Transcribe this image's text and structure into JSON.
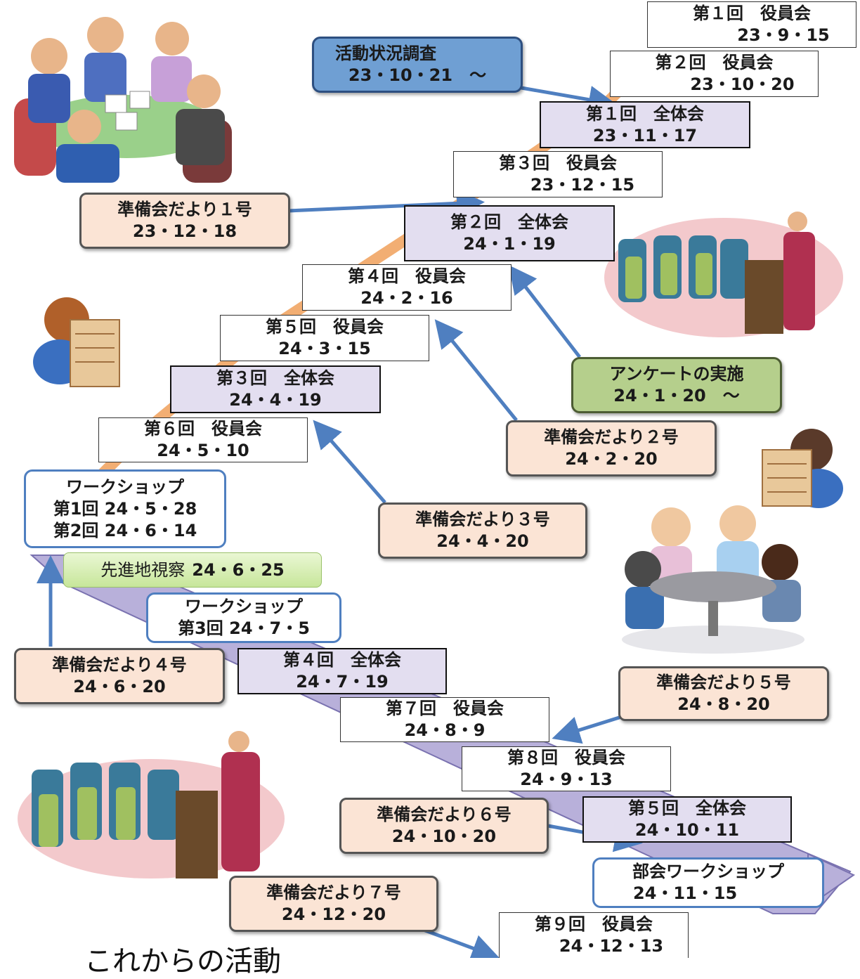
{
  "boxes": {
    "yaku1": {
      "title": "第１回　役員会",
      "date": "23・9・15"
    },
    "survey": {
      "title": "活動状況調査",
      "date": "23・10・21　～"
    },
    "yaku2": {
      "title": "第２回　役員会",
      "date": "23・10・20"
    },
    "zen1": {
      "title": "第１回　全体会",
      "date": "23・11・17"
    },
    "yaku3": {
      "title": "第３回　役員会",
      "date": "23・12・15"
    },
    "news1": {
      "title": "準備会だより１号",
      "date": "23・12・18"
    },
    "zen2": {
      "title": "第２回　全体会",
      "date": "24・1・19"
    },
    "yaku4": {
      "title": "第４回　役員会",
      "date": "24・2・16"
    },
    "yaku5": {
      "title": "第５回　役員会",
      "date": "24・3・15"
    },
    "enquete": {
      "title": "アンケートの実施",
      "date": "24・1・20　～"
    },
    "zen3": {
      "title": "第３回　全体会",
      "date": "24・4・19"
    },
    "news2": {
      "title": "準備会だより２号",
      "date": "24・2・20"
    },
    "yaku6": {
      "title": "第６回　役員会",
      "date": "24・5・10"
    },
    "ws12": {
      "title": "ワークショップ",
      "line1": "第1回 24・5・28",
      "line2": "第2回 24・6・14"
    },
    "news3": {
      "title": "準備会だより３号",
      "date": "24・4・20"
    },
    "visit": {
      "title": "先進地視察",
      "date": "24・6・25"
    },
    "ws3": {
      "title": "ワークショップ",
      "line1": "第3回 24・7・5"
    },
    "news4": {
      "title": "準備会だより４号",
      "date": "24・6・20"
    },
    "zen4": {
      "title": "第４回　全体会",
      "date": "24・7・19"
    },
    "news5": {
      "title": "準備会だより５号",
      "date": "24・8・20"
    },
    "yaku7": {
      "title": "第７回　役員会",
      "date": "24・8・9"
    },
    "yaku8": {
      "title": "第８回　役員会",
      "date": "24・9・13"
    },
    "news6": {
      "title": "準備会だより６号",
      "date": "24・10・20"
    },
    "zen5": {
      "title": "第５回　全体会",
      "date": "24・10・11"
    },
    "bukai": {
      "title": "部会ワークショップ",
      "date": "24・11・15"
    },
    "news7": {
      "title": "準備会だより７号",
      "date": "24・12・20"
    },
    "yaku9": {
      "title": "第９回　役員会",
      "date": "24・12・13"
    }
  },
  "footer": {
    "heading": "これからの活動"
  },
  "colors": {
    "stair_orange": "#f0a05a",
    "band_purple": "#b8b0da",
    "arrow_blue": "#4f7fc0"
  }
}
